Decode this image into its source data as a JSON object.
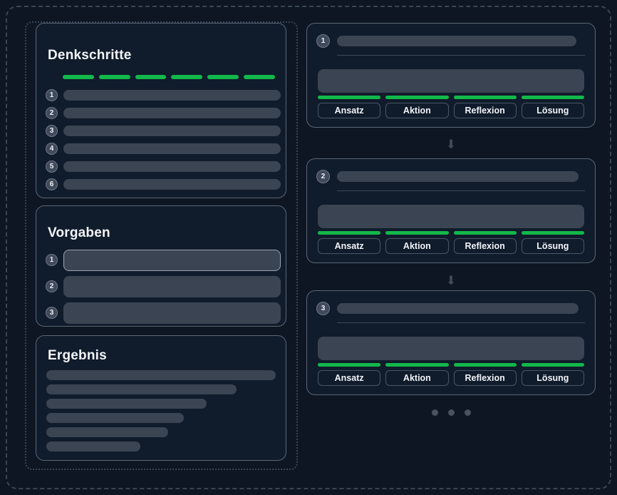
{
  "panels": {
    "thinking": {
      "title": "Denkschritte",
      "progress_segments": 6,
      "steps": [
        {
          "number": "1",
          "width_pct": 100
        },
        {
          "number": "2",
          "width_pct": 100
        },
        {
          "number": "3",
          "width_pct": 100
        },
        {
          "number": "4",
          "width_pct": 100
        },
        {
          "number": "5",
          "width_pct": 100
        },
        {
          "number": "6",
          "width_pct": 100
        }
      ]
    },
    "constraints": {
      "title": "Vorgaben",
      "items": [
        {
          "number": "1",
          "value": "",
          "focused": true
        },
        {
          "number": "2",
          "value": "",
          "focused": false
        },
        {
          "number": "3",
          "value": "",
          "focused": false
        }
      ]
    },
    "result": {
      "title": "Ergebnis",
      "line_widths_pct": [
        100,
        83,
        70,
        60,
        53,
        41
      ]
    }
  },
  "steps": {
    "action_labels": [
      "Ansatz",
      "Aktion",
      "Reflexion",
      "Lösung"
    ],
    "cards": [
      {
        "number": "1",
        "head_pill_width_pct": 89
      },
      {
        "number": "2",
        "head_pill_width_pct": 90
      },
      {
        "number": "3",
        "head_pill_width_pct": 90
      }
    ],
    "connector_icon": "arrow-down",
    "connector_glyph": "⬇"
  },
  "pager": {
    "dots": 3,
    "active_index": 0
  },
  "colors": {
    "background": "#0d1622",
    "card_background": "#101b2b",
    "accent_green": "#12b84a",
    "placeholder_grey": "#3b4452",
    "border": "#5b6676",
    "text": "#f2f5f9"
  }
}
